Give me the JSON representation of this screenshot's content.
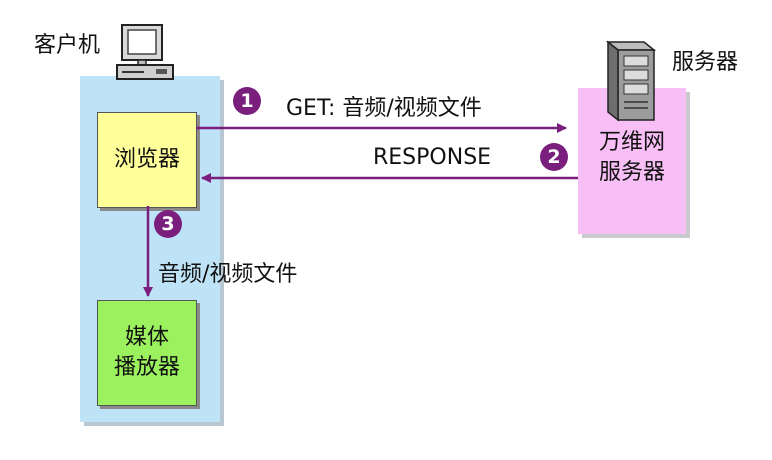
{
  "client": {
    "label": "客户机",
    "browser_label": "浏览器",
    "player_line1": "媒体",
    "player_line2": "播放器"
  },
  "server": {
    "label": "服务器",
    "box_line1": "万维网",
    "box_line2": "服务器"
  },
  "steps": [
    {
      "number": "1",
      "text": "GET: 音频/视频文件"
    },
    {
      "number": "2",
      "text": "RESPONSE"
    },
    {
      "number": "3",
      "text": "音频/视频文件"
    }
  ],
  "colors": {
    "client_panel": "#bfe3f6",
    "server_panel": "#f8bff6",
    "browser_box": "#ffff9a",
    "player_box": "#9cf25e",
    "arrow": "#7a1f7e"
  },
  "icons": {
    "client": "desktop-computer-icon",
    "server": "server-tower-icon"
  }
}
